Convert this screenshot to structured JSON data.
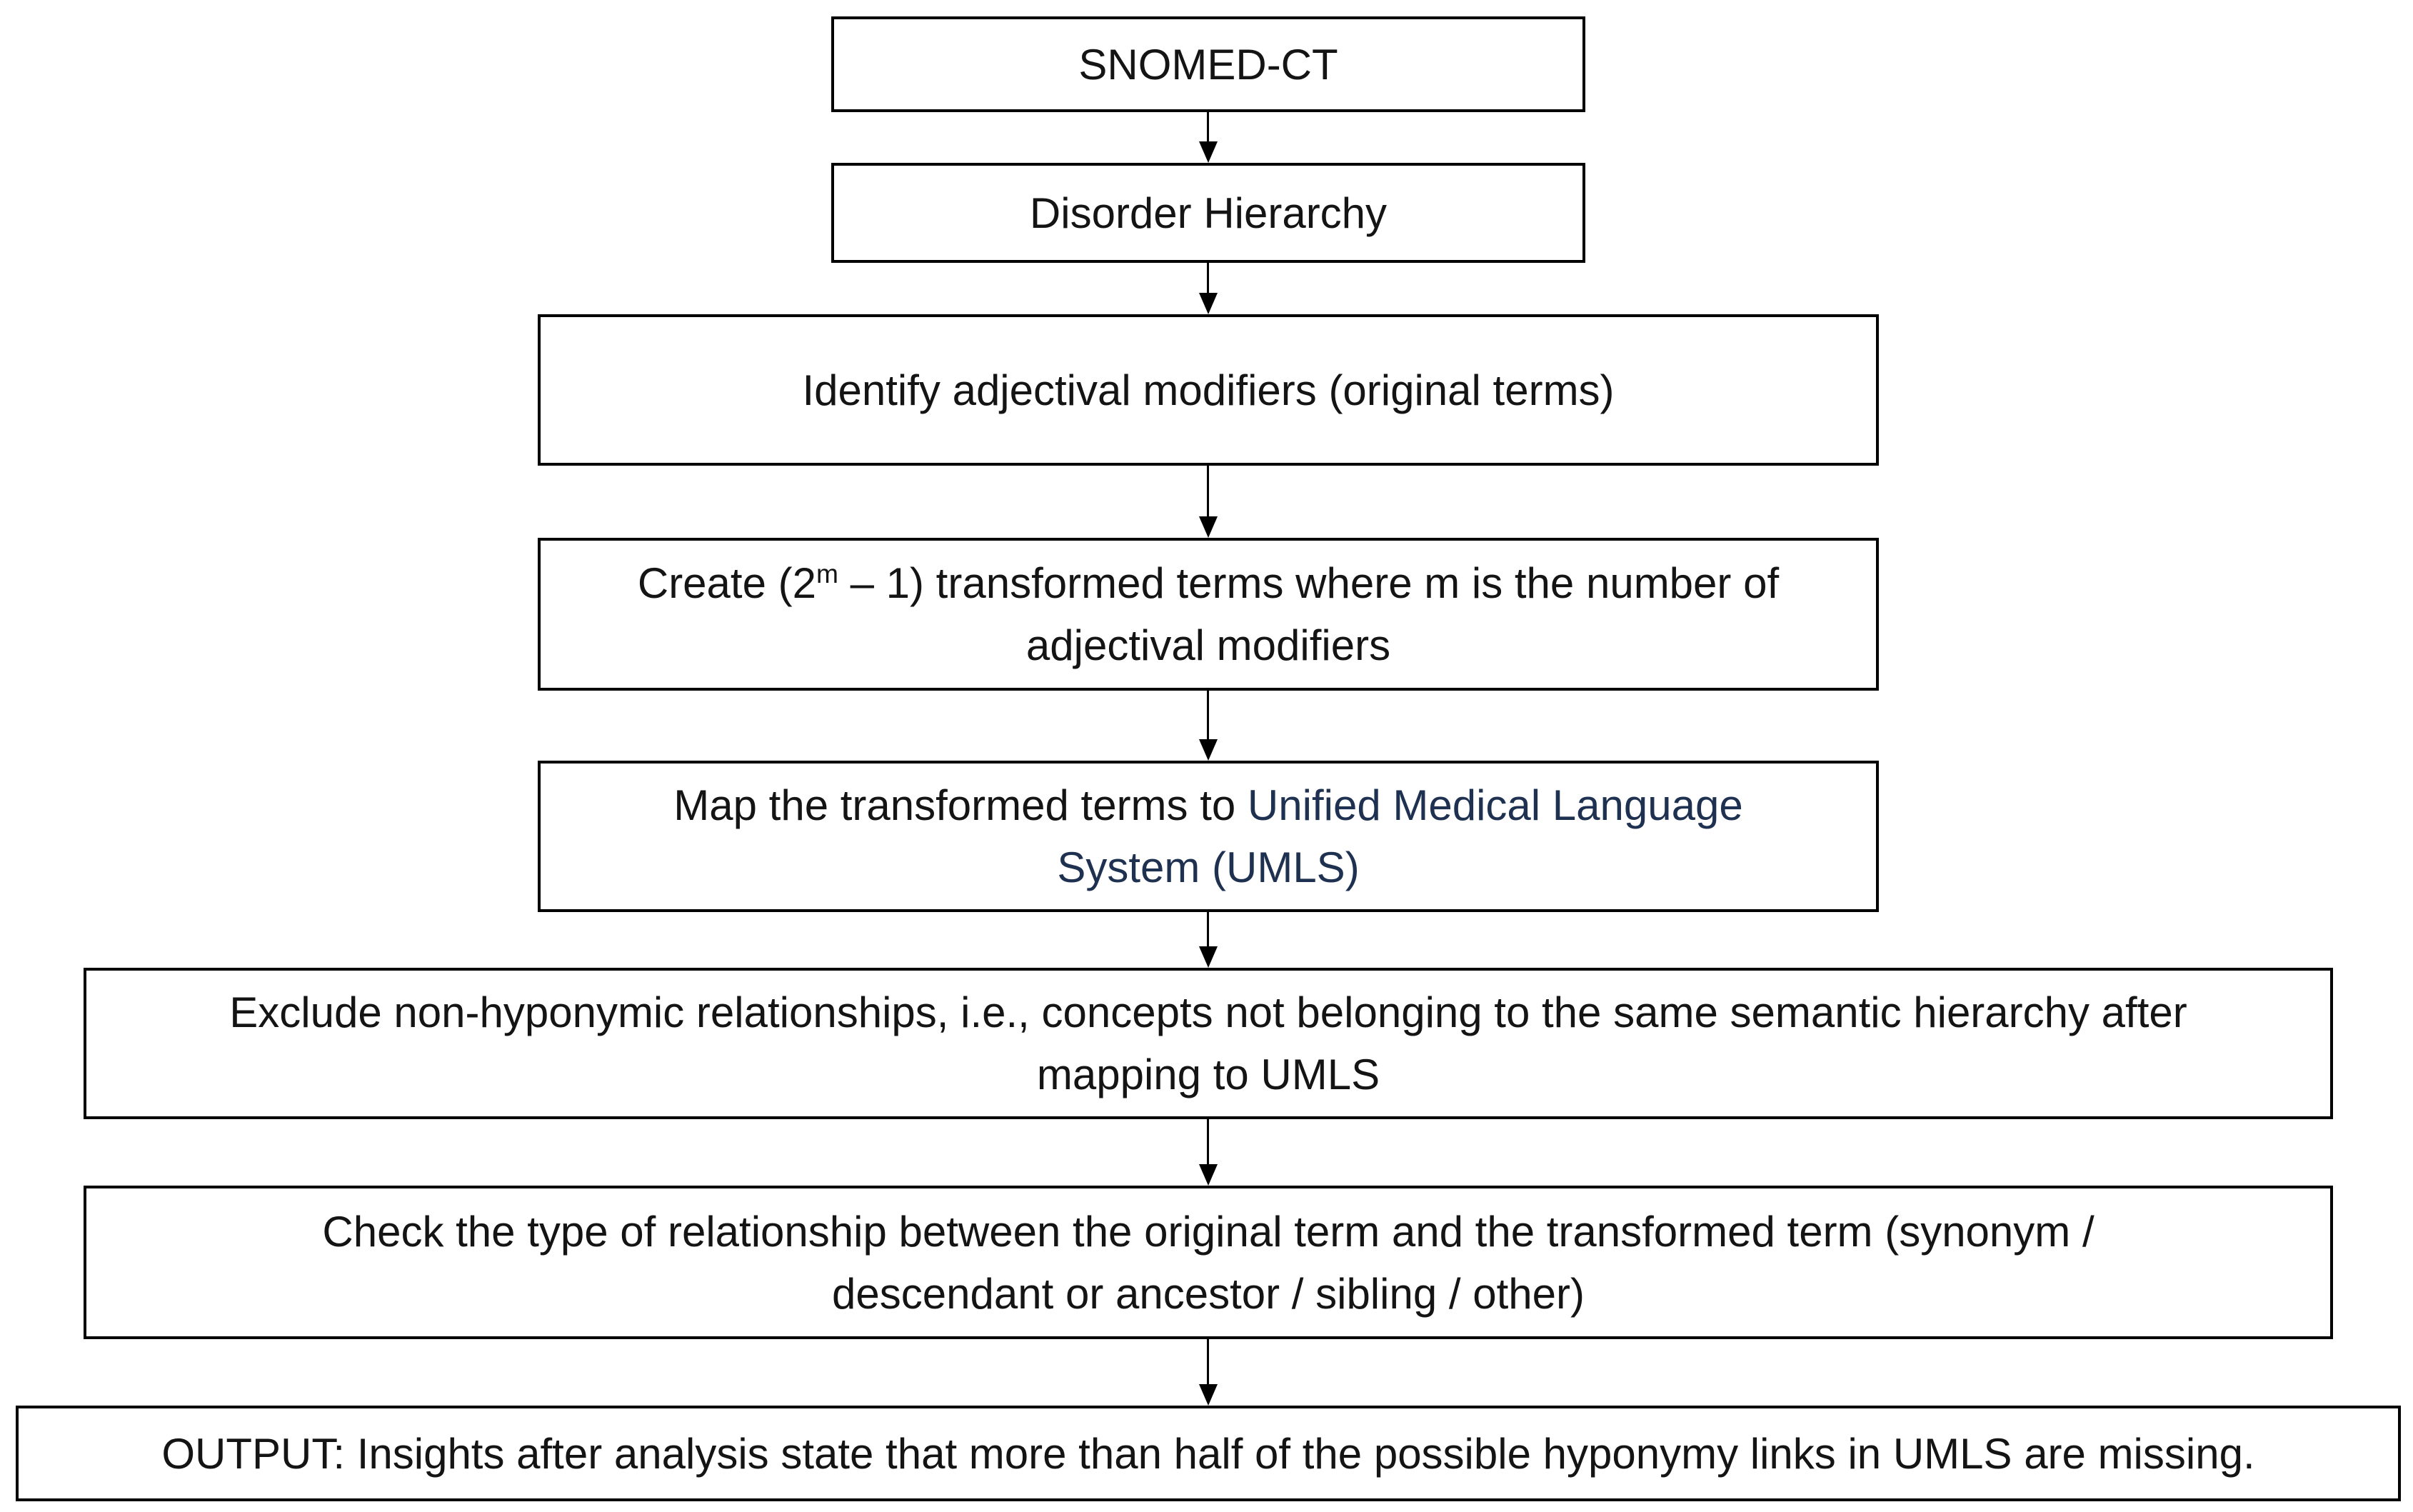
{
  "flowchart": {
    "title": "SNOMED-CT adjectival modifier analysis pipeline",
    "colors": {
      "background": "#FFFFFF",
      "box_border": "#000000",
      "text": "#141414",
      "umls_highlight_text": "#1F3150"
    },
    "steps": [
      {
        "id": "snomed-ct",
        "text": "SNOMED-CT"
      },
      {
        "id": "disorder-hierarchy",
        "text": "Disorder Hierarchy"
      },
      {
        "id": "identify-modifiers",
        "text": "Identify adjectival modifiers (original terms)"
      },
      {
        "id": "create-transformed-terms",
        "text_prefix": "Create (2",
        "superscript": "m",
        "text_suffix": " – 1) transformed terms where m is the number of\nadjectival modifiers"
      },
      {
        "id": "map-to-umls",
        "text_black": "Map the transformed terms to ",
        "text_navy": "Unified Medical Language\nSystem (UMLS)"
      },
      {
        "id": "exclude-non-hyponymic",
        "text": "Exclude non-hyponymic relationships, i.e., concepts not belonging to the same semantic hierarchy after\nmapping to UMLS"
      },
      {
        "id": "check-relationship-type",
        "text": "Check the type of relationship between the original term and the transformed term (synonym /\ndescendant or ancestor / sibling / other)"
      },
      {
        "id": "output",
        "text": "OUTPUT: Insights after analysis state that more than half of the possible hyponymy links in UMLS are missing."
      }
    ],
    "connections": [
      {
        "from": "snomed-ct",
        "to": "disorder-hierarchy"
      },
      {
        "from": "disorder-hierarchy",
        "to": "identify-modifiers"
      },
      {
        "from": "identify-modifiers",
        "to": "create-transformed-terms"
      },
      {
        "from": "create-transformed-terms",
        "to": "map-to-umls"
      },
      {
        "from": "map-to-umls",
        "to": "exclude-non-hyponymic"
      },
      {
        "from": "exclude-non-hyponymic",
        "to": "check-relationship-type"
      },
      {
        "from": "check-relationship-type",
        "to": "output"
      }
    ]
  }
}
